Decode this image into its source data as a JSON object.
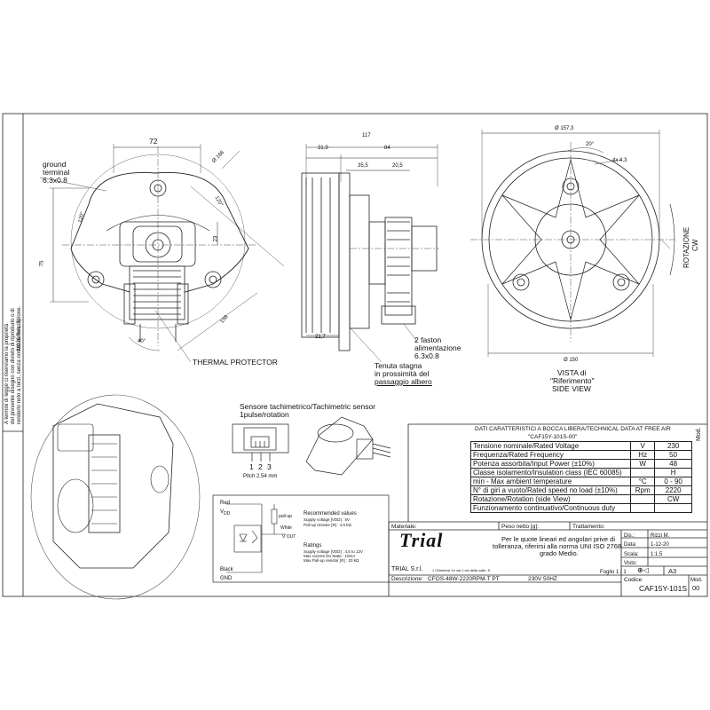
{
  "front_view": {
    "dim_72": "72",
    "dim_166": "Ø 166",
    "ground_terminal": [
      "ground",
      "terminal",
      "6.3x0.8"
    ],
    "dim_120a": "120°",
    "dim_120b": "120°",
    "dim_75": "75",
    "dim_23": "23",
    "dim_40": "40°",
    "dim_158": "158",
    "thermal_protector": "THERMAL PROTECTOR"
  },
  "section_view": {
    "dim_117": "117",
    "dim_31_9": "31,9",
    "dim_84": "84",
    "dim_35_5": "35,5",
    "dim_20_5": "20,5",
    "dim_21_7": "21,7",
    "faston": [
      "2 faston",
      "alimentazione",
      "6.3x0.8"
    ],
    "seal": [
      "Tenuta stagna",
      "in prossimità del",
      "passaggio albero"
    ]
  },
  "side_view": {
    "dim_157_3": "Ø 157,3",
    "dim_20": "20°",
    "dim_4x43": "4x 4,3",
    "dim_150": "Ø 150",
    "rotation": [
      "ROTAZIONE",
      "CW"
    ],
    "caption": [
      "VISTA di",
      "\"Riferimento\"",
      "SIDE VIEW"
    ]
  },
  "sensor": {
    "title": [
      "Sensore tachimetrico/Tachimetric sensor",
      "1pulse/rotation"
    ],
    "pins": [
      "1",
      "2",
      "3"
    ],
    "pitch": "Pitch 2.54 mm"
  },
  "schematic": {
    "red": "Red",
    "vdd": "V",
    "vdd_sub": "DD",
    "white": "White",
    "vout": "V OUT",
    "black": "Black",
    "gnd": "GND",
    "pullup": "pull-up",
    "rec_title": "Recommended values",
    "rec_lines": [
      "Supply voltage [VDD]     : 5V",
      "Pull-up resistor [R]     : 4,5 kΩ"
    ],
    "rat_title": "Ratings",
    "rat_lines": [
      "Supply voltage [VDD]     : 4,5 to 12V",
      "Max current On State     : 10mA",
      "Max Pull-up resistor [R] : 20 kΩ"
    ]
  },
  "tech_table": {
    "title": [
      "DATI CARATTERISTICI A BOCCA LIBERA/TECHNICAL DATA AT FREE AIR",
      "\"CAF15Y-101S-00\""
    ],
    "mod": "Mod.",
    "rows": [
      {
        "label": "Tensione  nominale/Rated Voltage",
        "unit": "V",
        "value": "230"
      },
      {
        "label": "Frequenza/Rated Frequency",
        "unit": "Hz",
        "value": "50"
      },
      {
        "label": "Potenza assorbita/Input Power (±10%)",
        "unit": "W",
        "value": "48"
      },
      {
        "label": "Classe isolamento/Insulation class (IEC 60085)",
        "unit": "",
        "value": "H"
      },
      {
        "label": "min - Max ambient temperature",
        "unit": "°C",
        "value": "0 - 90"
      },
      {
        "label": "N° di giri a vuoto/Rated speed no load (±10%)",
        "unit": "Rpm",
        "value": "2220"
      },
      {
        "label": "Rotazione/Rotation (side View)",
        "unit": "",
        "value": "CW"
      },
      {
        "label": "Funzionamento continuativo/Continuous duty",
        "unit": "",
        "value": ""
      }
    ]
  },
  "title_block": {
    "materiale": "Materiale:",
    "peso": "Peso netto [g]:",
    "trattamento": "Trattamento:",
    "logo": "Trial",
    "company": "TRIAL S.r.l.",
    "address": "1 Chiaborsi 1h via 1 via della valle, 5",
    "note": [
      "Per le quote lineari ed angolari prive di",
      "tolleranza, riferirsi alla norma UNI ISO 2768",
      "grado Medio."
    ],
    "dis_label": "Dis.:",
    "dis_value": "Rizzi M.",
    "data_label": "Data:",
    "data_value": "1-12-20",
    "scala_label": "Scala:",
    "scala_value": "1:1.5",
    "visto_label": "Visto:",
    "foglio": "Foglio 1 / 1",
    "format": "A3",
    "descrizione_label": "Descrizione:",
    "descrizione_value": "CFOS-48W-2220RPM-T   PT",
    "descrizione_extra": "230V 50HZ",
    "codice_label": "Codice",
    "codice_value": "CAF15Y-101S",
    "mod_label": "Mod.",
    "mod_value": "00"
  },
  "side_note": [
    "A termini di legge ci riserviamo la proprietà",
    "del presente disegno con divieto di riprodurlo o di",
    "renderlo noto a terzi, senza nostra autorizzazione.",
    "M026 Rev. 3)"
  ]
}
